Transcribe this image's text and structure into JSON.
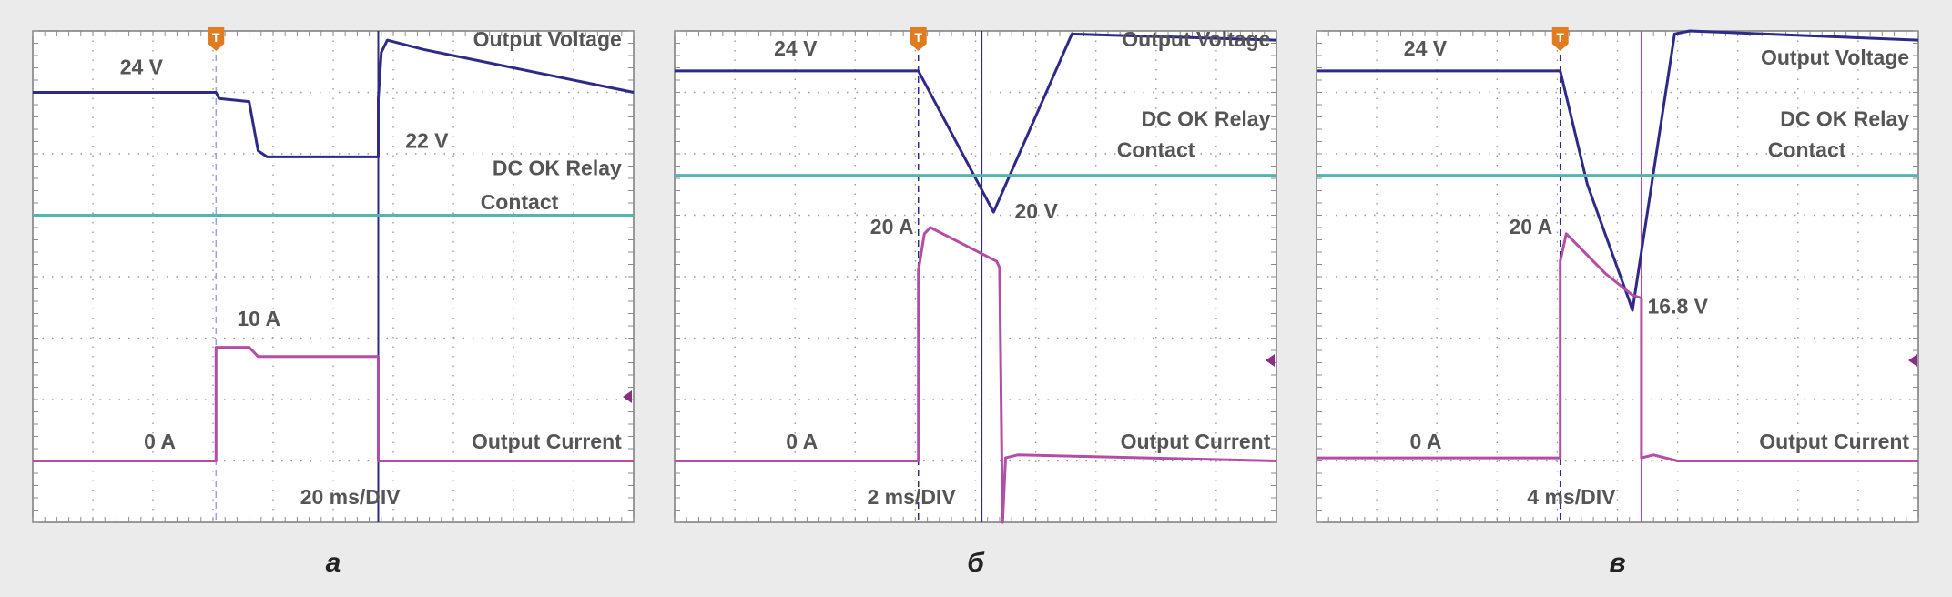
{
  "colors": {
    "background": "#ebebeb",
    "screen": "#ffffff",
    "voltage": "#2e2a87",
    "relay": "#52b5b0",
    "current": "#b34ea5",
    "trigger": "#e07b1f",
    "grid": "#9a9a9a",
    "text": "#555555",
    "cursor_a": "#3d3aa5",
    "cursor_c": "#a75fb0"
  },
  "trigger_glyph": "T",
  "chart_data": [
    {
      "type": "line",
      "caption": "а",
      "grid_divisions": [
        10,
        8
      ],
      "trigger_at_div": 3.05,
      "cursor_at_div": 5.75,
      "cursor_color": "voltage",
      "timebase": "20 ms/DIV",
      "series": [
        {
          "name": "Output Voltage",
          "color": "voltage",
          "points": [
            [
              0,
              1.0
            ],
            [
              3.05,
              1.0
            ],
            [
              3.1,
              1.1
            ],
            [
              3.6,
              1.15
            ],
            [
              3.75,
              1.95
            ],
            [
              3.9,
              2.05
            ],
            [
              5.75,
              2.05
            ],
            [
              5.75,
              1.1
            ],
            [
              5.8,
              0.35
            ],
            [
              5.9,
              0.15
            ],
            [
              6.5,
              0.3
            ],
            [
              10,
              1.0
            ]
          ]
        },
        {
          "name": "DC OK Relay Contact",
          "color": "relay",
          "points": [
            [
              0,
              3.0
            ],
            [
              10,
              3.0
            ]
          ]
        },
        {
          "name": "Output Current",
          "color": "current",
          "points": [
            [
              0,
              7.0
            ],
            [
              3.05,
              7.0
            ],
            [
              3.05,
              5.15
            ],
            [
              3.6,
              5.15
            ],
            [
              3.75,
              5.3
            ],
            [
              5.75,
              5.3
            ],
            [
              5.75,
              7.0
            ],
            [
              10,
              7.0
            ]
          ]
        }
      ],
      "annotations": [
        {
          "text": "24 V",
          "x": 1.45,
          "y": 0.7
        },
        {
          "text": "22 V",
          "x": 6.2,
          "y": 1.9
        },
        {
          "text": "Output Voltage",
          "x": 9.8,
          "y": 0.25,
          "anchor": "end"
        },
        {
          "text": "DC OK Relay",
          "x": 9.8,
          "y": 2.35,
          "anchor": "end"
        },
        {
          "text": "Contact",
          "x": 7.45,
          "y": 2.9
        },
        {
          "text": "10 A",
          "x": 3.4,
          "y": 4.8
        },
        {
          "text": "0 A",
          "x": 1.85,
          "y": 6.8
        },
        {
          "text": "Output Current",
          "x": 9.8,
          "y": 6.8,
          "anchor": "end"
        },
        {
          "text": "20 ms/DIV",
          "x": 4.45,
          "y": 7.7
        }
      ]
    },
    {
      "type": "line",
      "caption": "б",
      "grid_divisions": [
        10,
        8
      ],
      "trigger_at_div": 4.05,
      "cursor_at_div": 5.1,
      "cursor_color": "voltage",
      "timebase": "2 ms/DIV",
      "series": [
        {
          "name": "Output Voltage",
          "color": "voltage",
          "points": [
            [
              0,
              0.65
            ],
            [
              4.05,
              0.65
            ],
            [
              5.3,
              2.95
            ],
            [
              6.6,
              0.05
            ],
            [
              10,
              0.15
            ]
          ]
        },
        {
          "name": "DC OK Relay Contact",
          "color": "relay",
          "points": [
            [
              0,
              2.35
            ],
            [
              10,
              2.35
            ]
          ]
        },
        {
          "name": "Output Current",
          "color": "current",
          "points": [
            [
              0,
              7.0
            ],
            [
              4.05,
              7.0
            ],
            [
              4.05,
              3.9
            ],
            [
              4.15,
              3.3
            ],
            [
              4.25,
              3.2
            ],
            [
              5.35,
              3.75
            ],
            [
              5.4,
              3.85
            ],
            [
              5.45,
              8.0
            ],
            [
              5.5,
              6.95
            ],
            [
              5.7,
              6.9
            ],
            [
              10,
              7.0
            ]
          ]
        }
      ],
      "annotations": [
        {
          "text": "24 V",
          "x": 1.65,
          "y": 0.4
        },
        {
          "text": "Output Voltage",
          "x": 9.9,
          "y": 0.25,
          "anchor": "end"
        },
        {
          "text": "DC OK Relay",
          "x": 9.9,
          "y": 1.55,
          "anchor": "end"
        },
        {
          "text": "Contact",
          "x": 7.35,
          "y": 2.05
        },
        {
          "text": "20 V",
          "x": 5.65,
          "y": 3.05
        },
        {
          "text": "20 A",
          "x": 3.25,
          "y": 3.3
        },
        {
          "text": "0 A",
          "x": 1.85,
          "y": 6.8
        },
        {
          "text": "Output Current",
          "x": 9.9,
          "y": 6.8,
          "anchor": "end"
        },
        {
          "text": "2 ms/DIV",
          "x": 3.2,
          "y": 7.7
        }
      ]
    },
    {
      "type": "line",
      "caption": "в",
      "grid_divisions": [
        10,
        8
      ],
      "trigger_at_div": 4.05,
      "cursor_at_div": 5.4,
      "cursor_color": "current",
      "timebase": "4 ms/DIV",
      "series": [
        {
          "name": "Output Voltage",
          "color": "voltage",
          "points": [
            [
              0,
              0.65
            ],
            [
              4.05,
              0.65
            ],
            [
              4.5,
              2.5
            ],
            [
              5.2,
              4.4
            ],
            [
              5.25,
              4.55
            ],
            [
              5.95,
              0.05
            ],
            [
              6.2,
              0.0
            ],
            [
              10,
              0.15
            ]
          ]
        },
        {
          "name": "DC OK Relay Contact",
          "color": "relay",
          "points": [
            [
              0,
              2.35
            ],
            [
              10,
              2.35
            ]
          ]
        },
        {
          "name": "Output Current",
          "color": "current",
          "points": [
            [
              0,
              6.95
            ],
            [
              4.05,
              6.95
            ],
            [
              4.05,
              3.75
            ],
            [
              4.15,
              3.3
            ],
            [
              4.8,
              3.95
            ],
            [
              5.25,
              4.3
            ],
            [
              5.4,
              4.35
            ],
            [
              5.4,
              6.95
            ],
            [
              5.6,
              6.9
            ],
            [
              6.0,
              7.0
            ],
            [
              10,
              7.0
            ]
          ]
        }
      ],
      "annotations": [
        {
          "text": "24 V",
          "x": 1.45,
          "y": 0.4
        },
        {
          "text": "Output Voltage",
          "x": 9.85,
          "y": 0.55,
          "anchor": "end"
        },
        {
          "text": "DC OK Relay",
          "x": 9.85,
          "y": 1.55,
          "anchor": "end"
        },
        {
          "text": "Contact",
          "x": 7.5,
          "y": 2.05
        },
        {
          "text": "16.8 V",
          "x": 5.5,
          "y": 4.6
        },
        {
          "text": "20 A",
          "x": 3.2,
          "y": 3.3
        },
        {
          "text": "0 A",
          "x": 1.55,
          "y": 6.8
        },
        {
          "text": "Output Current",
          "x": 9.85,
          "y": 6.8,
          "anchor": "end"
        },
        {
          "text": "4 ms/DIV",
          "x": 3.5,
          "y": 7.7
        }
      ]
    }
  ]
}
